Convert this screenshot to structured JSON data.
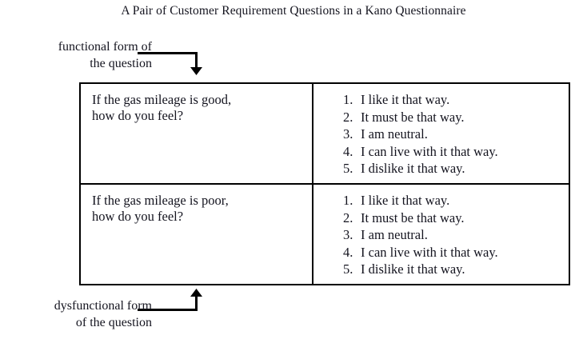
{
  "title": "A Pair of Customer Requirement Questions in a Kano Questionnaire",
  "callouts": {
    "functional": {
      "line1": "functional form of",
      "line2": "the question"
    },
    "dysfunctional": {
      "line1": "dysfunctional form",
      "line2": "of the question"
    }
  },
  "table": {
    "rows": [
      {
        "question": {
          "line1": "If the gas mileage is good,",
          "line2": "how do you feel?"
        },
        "answers": [
          {
            "num": "1.",
            "text": "I like it that way."
          },
          {
            "num": "2.",
            "text": "It must be that way."
          },
          {
            "num": "3.",
            "text": "I am neutral."
          },
          {
            "num": "4.",
            "text": "I can live with it that way."
          },
          {
            "num": "5.",
            "text": "I dislike it that way."
          }
        ]
      },
      {
        "question": {
          "line1": "If the gas mileage is poor,",
          "line2": "how do you feel?"
        },
        "answers": [
          {
            "num": "1.",
            "text": "I like it that way."
          },
          {
            "num": "2.",
            "text": "It must be that way."
          },
          {
            "num": "3.",
            "text": "I am neutral."
          },
          {
            "num": "4.",
            "text": "I can live with it that way."
          },
          {
            "num": "5.",
            "text": "I dislike it that way."
          }
        ]
      }
    ]
  },
  "colors": {
    "ink": "#14141f",
    "rule": "#000000",
    "background": "#ffffff"
  }
}
